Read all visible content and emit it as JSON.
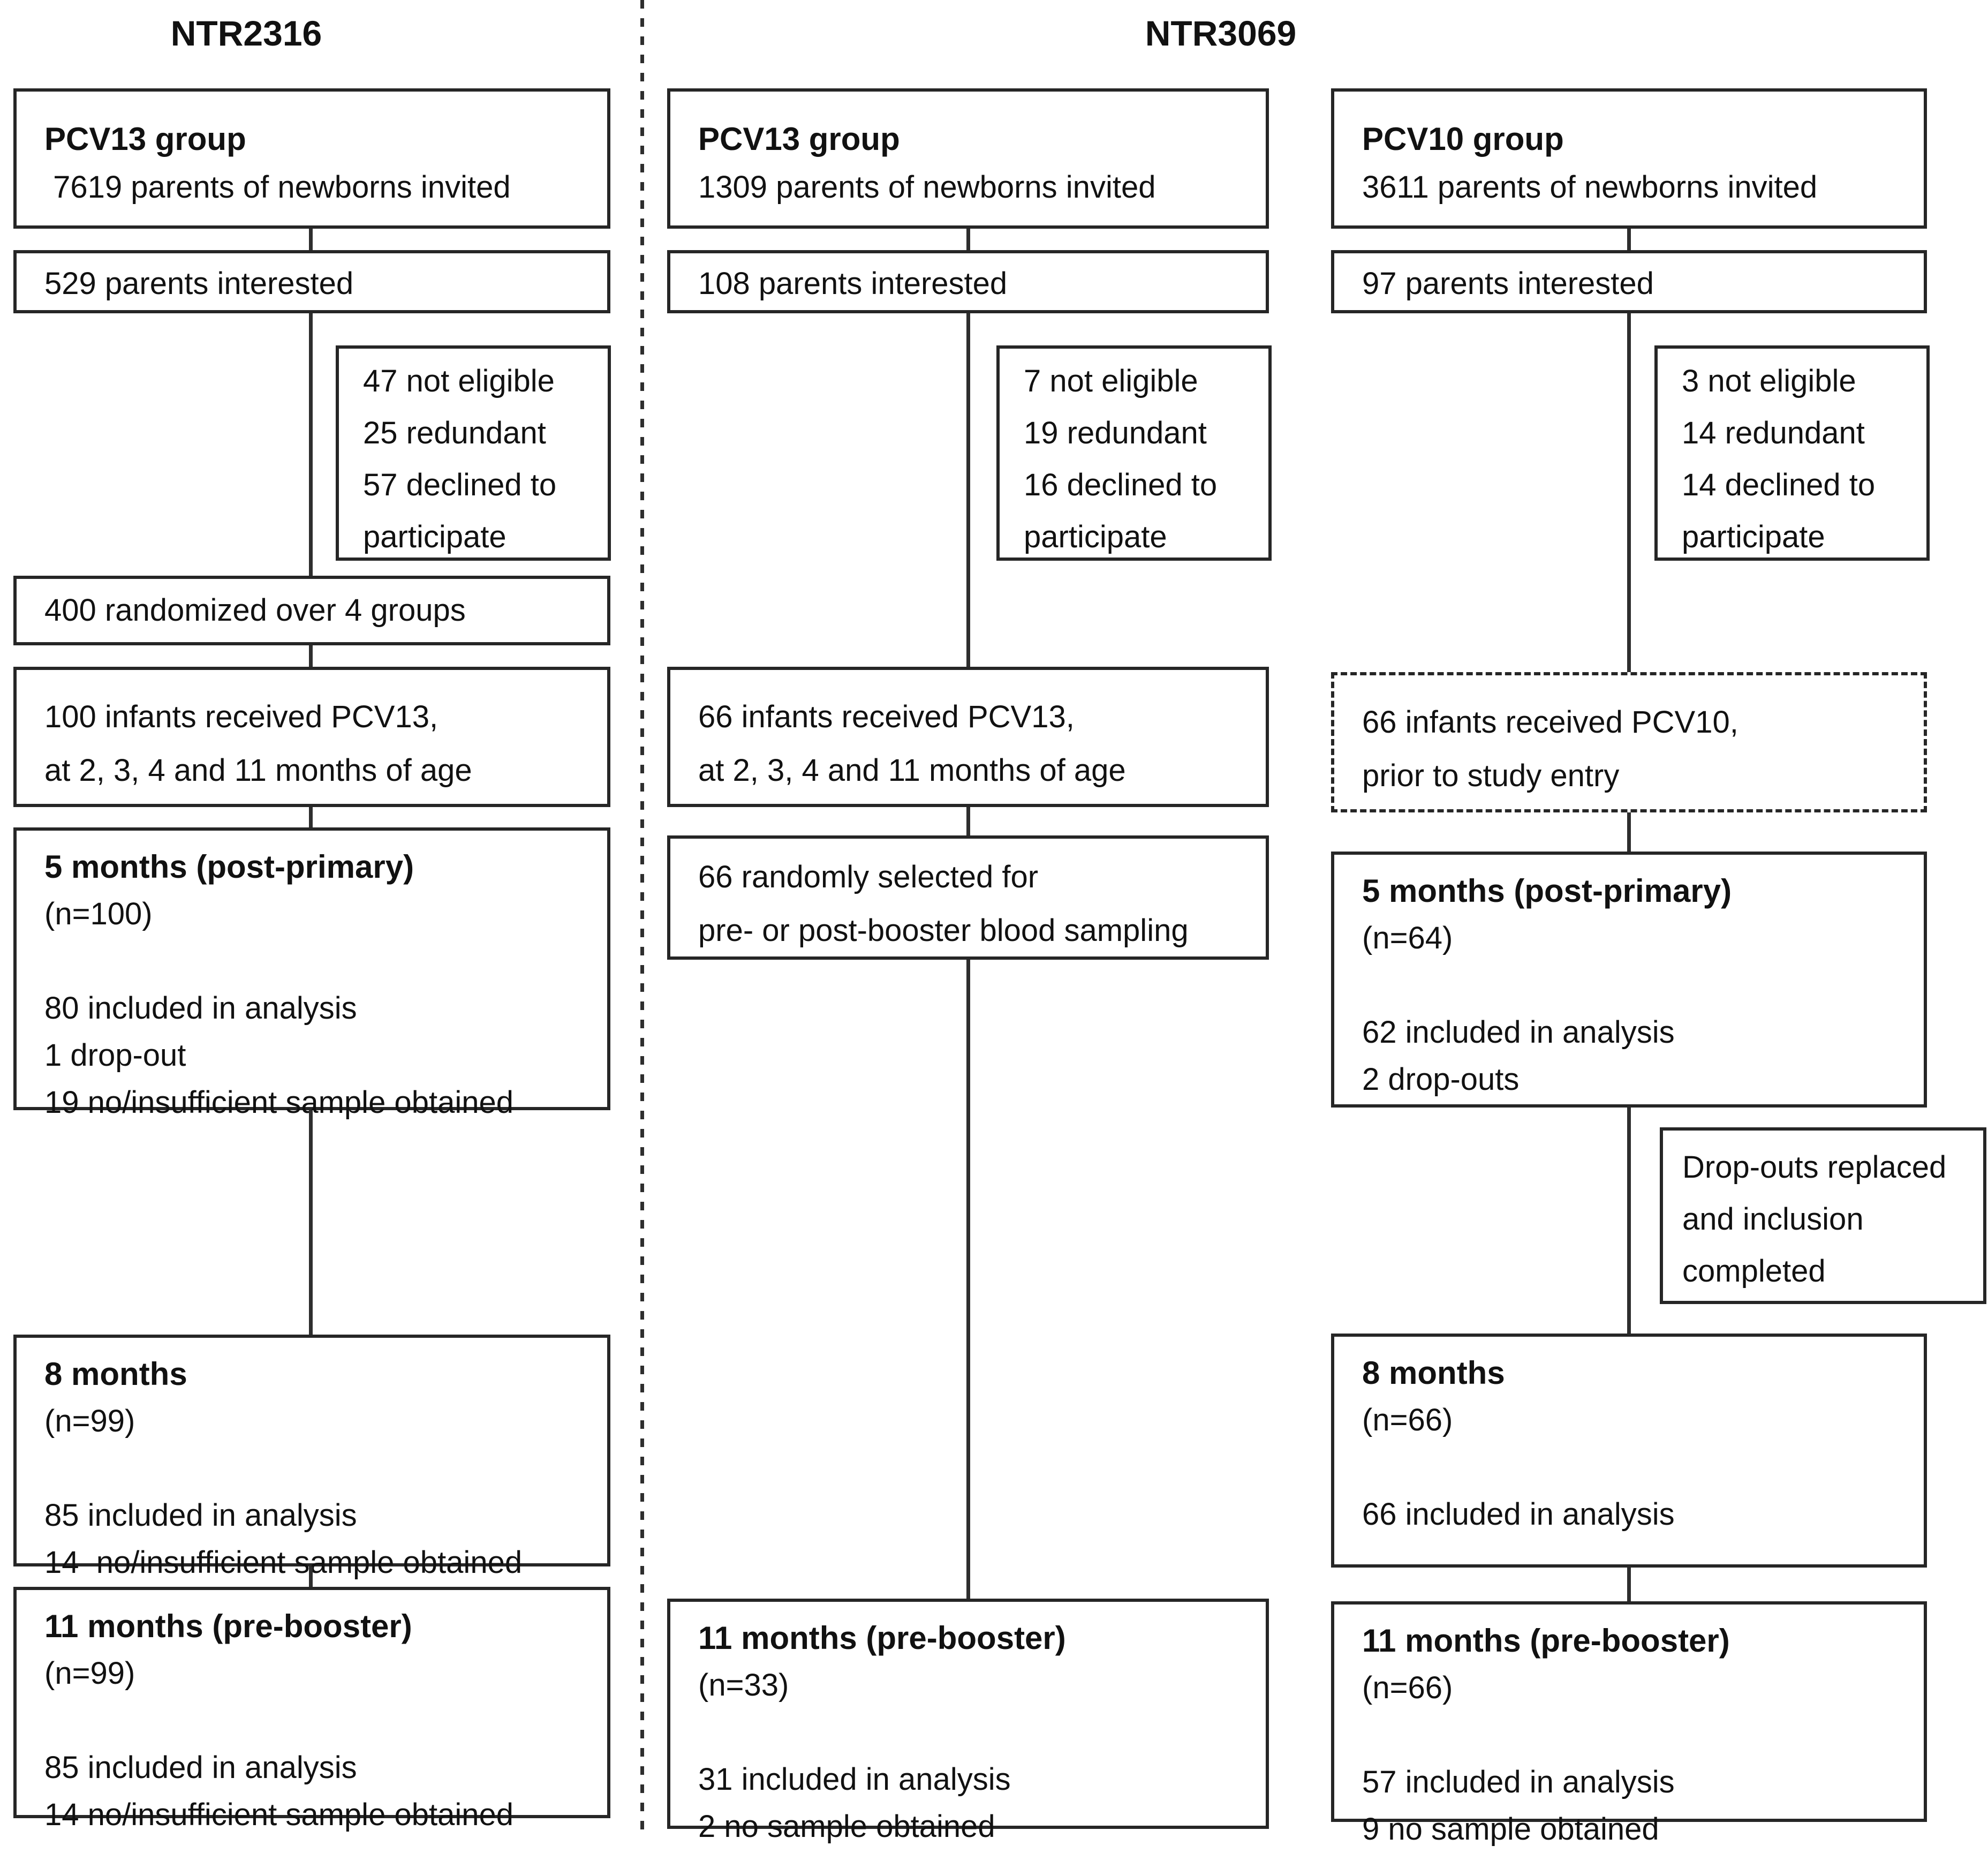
{
  "headers": {
    "left": "NTR2316",
    "right": "NTR3069"
  },
  "col1": {
    "group_title": "PCV13 group",
    "group_line": " 7619 parents of newborns invited",
    "interested": "529 parents interested",
    "exclusions": "47 not eligible\n25 redundant\n57 declined to\nparticipate",
    "randomized": "400 randomized over 4 groups",
    "received": "100 infants received PCV13,\nat 2, 3, 4 and 11 months of age",
    "m5_title": "5 months (post-primary)",
    "m5_body": "(n=100)\n\n80 included in analysis\n1 drop-out\n19 no/insufficient sample obtained",
    "m8_title": "8 months",
    "m8_body": "(n=99)\n\n85 included in analysis\n14  no/insufficient sample obtained",
    "m11_title": "11 months (pre-booster)",
    "m11_body": "(n=99)\n\n85 included in analysis\n14 no/insufficient sample obtained"
  },
  "col2": {
    "group_title": "PCV13 group",
    "group_line": "1309 parents of newborns invited",
    "interested": "108 parents interested",
    "exclusions": "7 not eligible\n19 redundant\n16 declined to\nparticipate",
    "received": "66 infants received PCV13,\nat 2, 3, 4 and 11 months of age",
    "selected": "66 randomly selected for\npre- or post-booster blood sampling",
    "m11_title": "11 months (pre-booster)",
    "m11_body": "(n=33)\n\n31 included in analysis\n2 no sample obtained"
  },
  "col3": {
    "group_title": "PCV10 group",
    "group_line": "3611 parents of newborns invited",
    "interested": "97 parents interested",
    "exclusions": "3 not eligible\n14 redundant\n14 declined to\nparticipate",
    "received": "66 infants received PCV10,\nprior to study entry",
    "m5_title": "5 months (post-primary)",
    "m5_body": "(n=64)\n\n62 included in analysis\n2 drop-outs",
    "dropouts": "Drop-outs replaced\nand inclusion\ncompleted",
    "m8_title": "8 months",
    "m8_body": "(n=66)\n\n66 included in analysis",
    "m11_title": "11 months (pre-booster)",
    "m11_body": "(n=66)\n\n57 included in analysis\n9 no sample obtained"
  }
}
